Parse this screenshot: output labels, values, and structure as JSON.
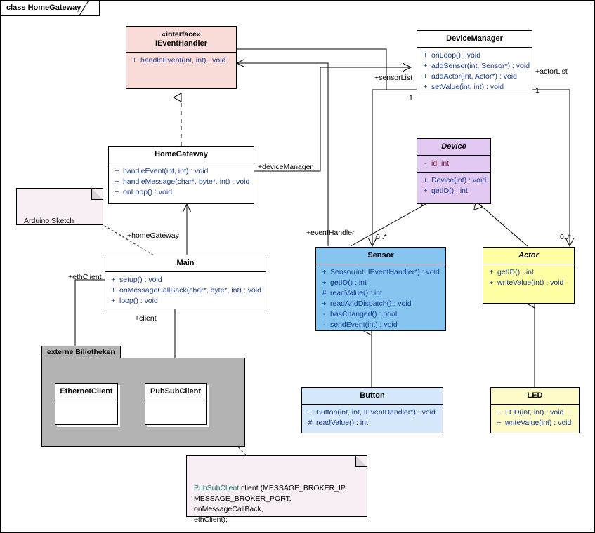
{
  "frame": {
    "label": "class HomeGateway"
  },
  "classes": {
    "ieventhandler": {
      "stereotype": "«interface»",
      "name": "IEventHandler",
      "operations": [
        {
          "vis": "+",
          "sig": "handleEvent(int, int) : void"
        }
      ]
    },
    "devicemanager": {
      "name": "DeviceManager",
      "operations": [
        {
          "vis": "+",
          "sig": "onLoop() : void"
        },
        {
          "vis": "+",
          "sig": "addSensor(int, Sensor*) : void"
        },
        {
          "vis": "+",
          "sig": "addActor(int, Actor*) : void"
        },
        {
          "vis": "+",
          "sig": "setValue(int, int) : void"
        }
      ]
    },
    "homegateway": {
      "name": "HomeGateway",
      "operations": [
        {
          "vis": "+",
          "sig": "handleEvent(int, int) : void"
        },
        {
          "vis": "+",
          "sig": "handleMessage(char*, byte*, int) : void"
        },
        {
          "vis": "+",
          "sig": "onLoop() : void"
        }
      ]
    },
    "main": {
      "name": "Main",
      "operations": [
        {
          "vis": "+",
          "sig": "setup() : void"
        },
        {
          "vis": "+",
          "sig": "onMessageCallBack(char*, byte*, int) : void"
        },
        {
          "vis": "+",
          "sig": "loop() : void"
        }
      ]
    },
    "device": {
      "name": "Device",
      "attributes": [
        {
          "vis": "-",
          "sig": "id: int"
        }
      ],
      "operations": [
        {
          "vis": "+",
          "sig": "Device(int) : void"
        },
        {
          "vis": "+",
          "sig": "getID() : int"
        }
      ]
    },
    "sensor": {
      "name": "Sensor",
      "operations": [
        {
          "vis": "+",
          "sig": "Sensor(int, IEventHandler*) : void"
        },
        {
          "vis": "+",
          "sig": "getID() : int"
        },
        {
          "vis": "#",
          "sig": "readValue() : int"
        },
        {
          "vis": "+",
          "sig": "readAndDispatch() : void"
        },
        {
          "vis": "-",
          "sig": "hasChanged() : bool"
        },
        {
          "vis": "-",
          "sig": "sendEvent(int) : void"
        }
      ]
    },
    "actor": {
      "name": "Actor",
      "operations": [
        {
          "vis": "+",
          "sig": "getID() : int"
        },
        {
          "vis": "+",
          "sig": "writeValue(int) : void"
        }
      ]
    },
    "button": {
      "name": "Button",
      "operations": [
        {
          "vis": "+",
          "sig": "Button(int, int, IEventHandler*) : void"
        },
        {
          "vis": "#",
          "sig": "readValue() : int"
        }
      ]
    },
    "led": {
      "name": "LED",
      "operations": [
        {
          "vis": "+",
          "sig": "LED(int, int) : void"
        },
        {
          "vis": "+",
          "sig": "writeValue(int) : void"
        }
      ]
    },
    "ethernetclient": {
      "name": "EthernetClient"
    },
    "pubsubclient": {
      "name": "PubSubClient"
    }
  },
  "package": {
    "label": "externe Biliotheken"
  },
  "notes": {
    "arduino": {
      "text": "Arduino Sketch"
    },
    "pubsub": {
      "keyword": "PubSubClient",
      "rest": " client (MESSAGE_BROKER_IP,\n   MESSAGE_BROKER_PORT,\n   onMessageCallBack,\n   ethClient);"
    }
  },
  "edges": {
    "device_manager_role": "+deviceManager",
    "sensor_list_role": "+sensorList",
    "sensor_list_mult": "1",
    "actor_list_role": "+actorList",
    "actor_list_mult": "1",
    "event_handler_role": "+eventHandler",
    "sensor_mult": "0..*",
    "actor_mult": "0..*",
    "home_gateway_role": "+homeGateway",
    "eth_client_role": "+ethClient",
    "client_role": "+client"
  },
  "colors": {
    "interface_fill": "#fadcd9",
    "device_fill": "#e2c9f2",
    "sensor_fill": "#86c5f0",
    "button_fill": "#d6e8fb",
    "actor_fill": "#feffa3",
    "led_fill": "#fdfcc9",
    "package_fill": "#b3b3b3",
    "note_fill": "#f7eff5",
    "member_text": "#1a3a8f",
    "attribute_text": "#8b1c3a",
    "note_keyword": "#1c7a6e",
    "line": "#000000"
  }
}
